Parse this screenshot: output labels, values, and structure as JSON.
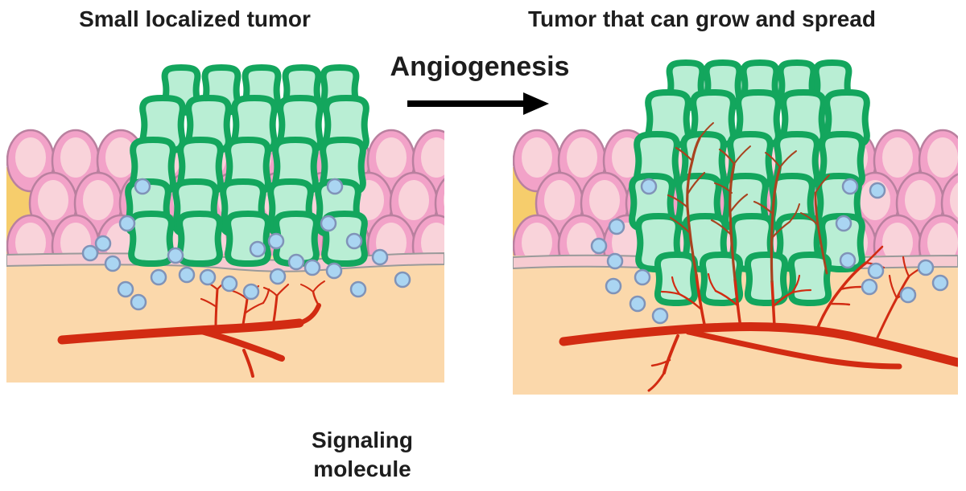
{
  "labels": {
    "left_panel_title": "Small localized tumor",
    "right_panel_title": "Tumor that can grow and spread",
    "center_process_label": "Angiogenesis",
    "molecule_caption_line1": "Signaling",
    "molecule_caption_line2": "molecule"
  },
  "colors": {
    "background": "#ffffff",
    "title_text": "#1d1d1d",
    "epithelium_background": "#f6cd6c",
    "epithelial_cell_fill": "#f2a2c8",
    "epithelial_cell_border": "#b9809f",
    "epithelial_cell_nucleus": "#f9d3da",
    "basement_membrane_fill": "#f6cbd1",
    "basement_membrane_line": "#9a9a9a",
    "dermis_fill": "#fbd8ab",
    "tumor_cell_fill": "#b9eed4",
    "tumor_cell_border": "#13a65d",
    "blood_vessel_red": "#d22b12",
    "tumor_vessel_dark_red": "#a8431f",
    "signaling_molecule_fill": "#aad5f2",
    "signaling_molecule_border": "#8093b8",
    "arrow_black": "#000000"
  }
}
